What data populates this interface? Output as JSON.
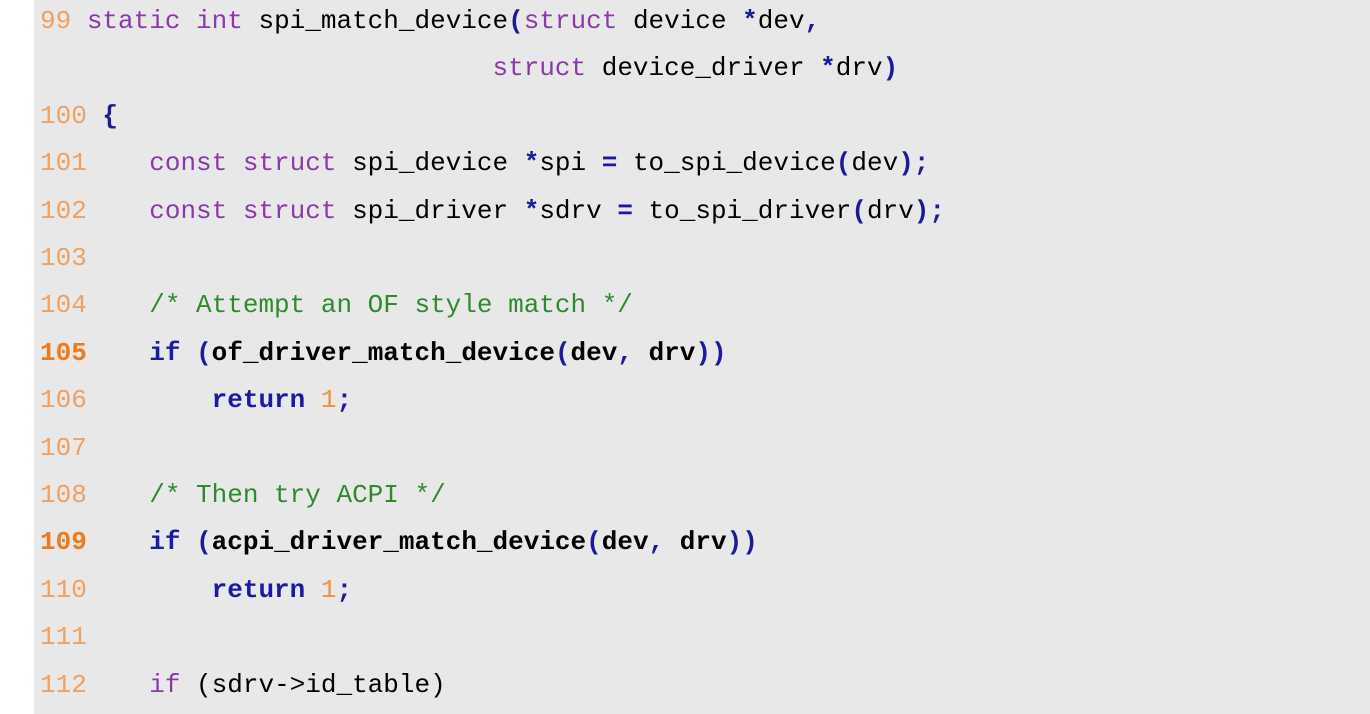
{
  "colors": {
    "background": "#e8e8e8",
    "line_number": "#f0a060",
    "line_number_highlight": "#f07a1a",
    "keyword": "#8a3aa8",
    "bold_keyword": "#1a1aa8",
    "comment": "#2f8a2f",
    "number": "#f09040"
  },
  "lines": [
    {
      "n": "99",
      "highlight": false,
      "segments": [
        {
          "t": " ",
          "c": "plain"
        },
        {
          "t": "static int",
          "c": "kw"
        },
        {
          "t": " spi_match_device",
          "c": "plain"
        },
        {
          "t": "(",
          "c": "punct"
        },
        {
          "t": "struct",
          "c": "kw"
        },
        {
          "t": " device ",
          "c": "plain"
        },
        {
          "t": "*",
          "c": "punct"
        },
        {
          "t": "dev",
          "c": "plain"
        },
        {
          "t": ",",
          "c": "punct"
        }
      ]
    },
    {
      "n": "",
      "highlight": false,
      "segments": [
        {
          "t": "                             ",
          "c": "plain"
        },
        {
          "t": "struct",
          "c": "kw"
        },
        {
          "t": " device_driver ",
          "c": "plain"
        },
        {
          "t": "*",
          "c": "punct"
        },
        {
          "t": "drv",
          "c": "plain"
        },
        {
          "t": ")",
          "c": "punct"
        }
      ]
    },
    {
      "n": "100",
      "highlight": false,
      "segments": [
        {
          "t": " ",
          "c": "plain"
        },
        {
          "t": "{",
          "c": "punct"
        }
      ]
    },
    {
      "n": "101",
      "highlight": false,
      "segments": [
        {
          "t": "    ",
          "c": "plain"
        },
        {
          "t": "const struct",
          "c": "kw"
        },
        {
          "t": " spi_device ",
          "c": "plain"
        },
        {
          "t": "*",
          "c": "punct"
        },
        {
          "t": "spi ",
          "c": "plain"
        },
        {
          "t": "=",
          "c": "punct"
        },
        {
          "t": " to_spi_device",
          "c": "plain"
        },
        {
          "t": "(",
          "c": "punct"
        },
        {
          "t": "dev",
          "c": "plain"
        },
        {
          "t": ");",
          "c": "punct"
        }
      ]
    },
    {
      "n": "102",
      "highlight": false,
      "segments": [
        {
          "t": "    ",
          "c": "plain"
        },
        {
          "t": "const struct",
          "c": "kw"
        },
        {
          "t": " spi_driver ",
          "c": "plain"
        },
        {
          "t": "*",
          "c": "punct"
        },
        {
          "t": "sdrv ",
          "c": "plain"
        },
        {
          "t": "=",
          "c": "punct"
        },
        {
          "t": " to_spi_driver",
          "c": "plain"
        },
        {
          "t": "(",
          "c": "punct"
        },
        {
          "t": "drv",
          "c": "plain"
        },
        {
          "t": ");",
          "c": "punct"
        }
      ]
    },
    {
      "n": "103",
      "highlight": false,
      "segments": []
    },
    {
      "n": "104",
      "highlight": false,
      "segments": [
        {
          "t": "    ",
          "c": "plain"
        },
        {
          "t": "/* Attempt an OF style match */",
          "c": "cm"
        }
      ]
    },
    {
      "n": "105",
      "highlight": true,
      "segments": [
        {
          "t": "    ",
          "c": "plain"
        },
        {
          "t": "if",
          "c": "kw-bold"
        },
        {
          "t": " ",
          "c": "plain"
        },
        {
          "t": "(",
          "c": "punct"
        },
        {
          "t": "of_driver_match_device",
          "c": "plain-bold"
        },
        {
          "t": "(",
          "c": "punct"
        },
        {
          "t": "dev",
          "c": "plain-bold"
        },
        {
          "t": ",",
          "c": "punct"
        },
        {
          "t": " drv",
          "c": "plain-bold"
        },
        {
          "t": "))",
          "c": "punct"
        }
      ]
    },
    {
      "n": "106",
      "highlight": false,
      "segments": [
        {
          "t": "        ",
          "c": "plain"
        },
        {
          "t": "return",
          "c": "kw-bold"
        },
        {
          "t": " ",
          "c": "plain"
        },
        {
          "t": "1",
          "c": "num"
        },
        {
          "t": ";",
          "c": "punct"
        }
      ]
    },
    {
      "n": "107",
      "highlight": false,
      "segments": []
    },
    {
      "n": "108",
      "highlight": false,
      "segments": [
        {
          "t": "    ",
          "c": "plain"
        },
        {
          "t": "/* Then try ACPI */",
          "c": "cm"
        }
      ]
    },
    {
      "n": "109",
      "highlight": true,
      "segments": [
        {
          "t": "    ",
          "c": "plain"
        },
        {
          "t": "if",
          "c": "kw-bold"
        },
        {
          "t": " ",
          "c": "plain"
        },
        {
          "t": "(",
          "c": "punct"
        },
        {
          "t": "acpi_driver_match_device",
          "c": "plain-bold"
        },
        {
          "t": "(",
          "c": "punct"
        },
        {
          "t": "dev",
          "c": "plain-bold"
        },
        {
          "t": ",",
          "c": "punct"
        },
        {
          "t": " drv",
          "c": "plain-bold"
        },
        {
          "t": "))",
          "c": "punct"
        }
      ]
    },
    {
      "n": "110",
      "highlight": false,
      "segments": [
        {
          "t": "        ",
          "c": "plain"
        },
        {
          "t": "return",
          "c": "kw-bold"
        },
        {
          "t": " ",
          "c": "plain"
        },
        {
          "t": "1",
          "c": "num"
        },
        {
          "t": ";",
          "c": "punct"
        }
      ]
    },
    {
      "n": "111",
      "highlight": false,
      "segments": []
    },
    {
      "n": "112",
      "highlight": false,
      "segments": [
        {
          "t": "    ",
          "c": "plain"
        },
        {
          "t": "if",
          "c": "kw"
        },
        {
          "t": " (sdrv->id_table)",
          "c": "plain"
        }
      ]
    }
  ]
}
